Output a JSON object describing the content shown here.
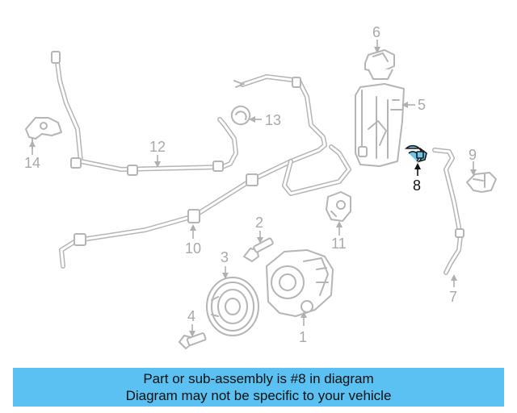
{
  "callouts": {
    "c1": "1",
    "c2": "2",
    "c3": "3",
    "c4": "4",
    "c5": "5",
    "c6": "6",
    "c7": "7",
    "c8": "8",
    "c9": "9",
    "c10": "10",
    "c11": "11",
    "c12": "12",
    "c13": "13",
    "c14": "14"
  },
  "highlighted_part": "8",
  "colors": {
    "highlight": "#6fc6ea",
    "banner": "#5bc0f2",
    "part_line": "#b5b5b5"
  },
  "banner": {
    "line1": "Part or sub-assembly is #8 in diagram",
    "line2": "Diagram may not be specific to your vehicle"
  }
}
